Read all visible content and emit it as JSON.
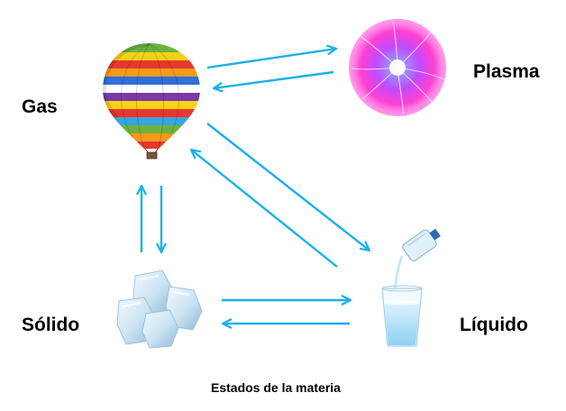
{
  "diagram": {
    "caption": "Estados de la materia",
    "states": {
      "gas": "Gas",
      "plasma": "Plasma",
      "solid": "Sólido",
      "liquid": "Líquido"
    },
    "arrow_color": "#1ab0ec",
    "illustrations": {
      "gas": "hot-air-balloon",
      "plasma": "plasma-ball",
      "solid": "ice-cubes",
      "liquid": "glass-of-water"
    }
  }
}
